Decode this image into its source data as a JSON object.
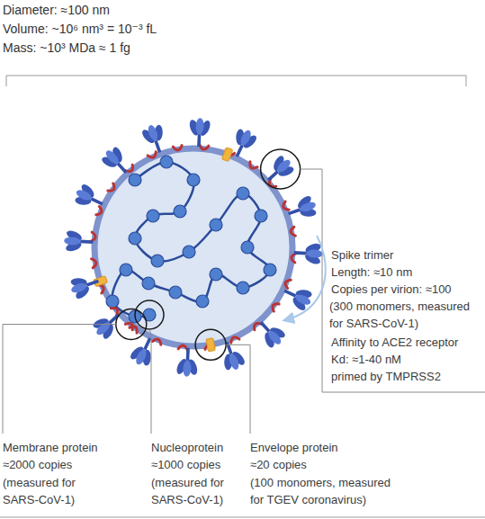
{
  "diagram": {
    "labels": [
      "Diameter: ≈100 nm",
      "Volume: ~10⁶ nm³ = 10⁻³ fL",
      "Mass: ~10³ MDa ≈ 1 fg",
      "Spike trimer",
      "Length: ≈10 nm",
      "Copies per virion: ≈100",
      "(300 monomers, measured for SARS-CoV-1)",
      "Affinity to ACE2 receptor Kd: ≈1-40 nM",
      "primed by TMPRSS2",
      "Membrane protein",
      "≈2000 copies",
      "(measured for SARS-CoV-1)",
      "Nucleoprotein",
      "≈1000 copies",
      "(measured for SARS-CoV-1)",
      "Envelope protein",
      "≈20 copies",
      "(100 monomers, measured for TGEV coronavirus)"
    ]
  }
}
